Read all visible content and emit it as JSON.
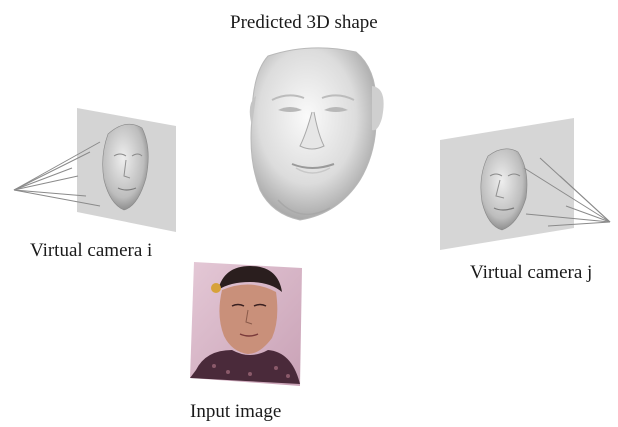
{
  "labels": {
    "predicted_shape": "Predicted 3D shape",
    "virtual_camera_i": "Virtual camera i",
    "virtual_camera_j": "Virtual camera j",
    "input_image": "Input image"
  },
  "colors": {
    "background": "#ffffff",
    "plane": "#d4d4d4",
    "face_shade": "#f2f2f2",
    "frustum_line": "#8a8a8a",
    "photo_background": "#d9b8c9",
    "shirt": "#4a2a3a"
  }
}
